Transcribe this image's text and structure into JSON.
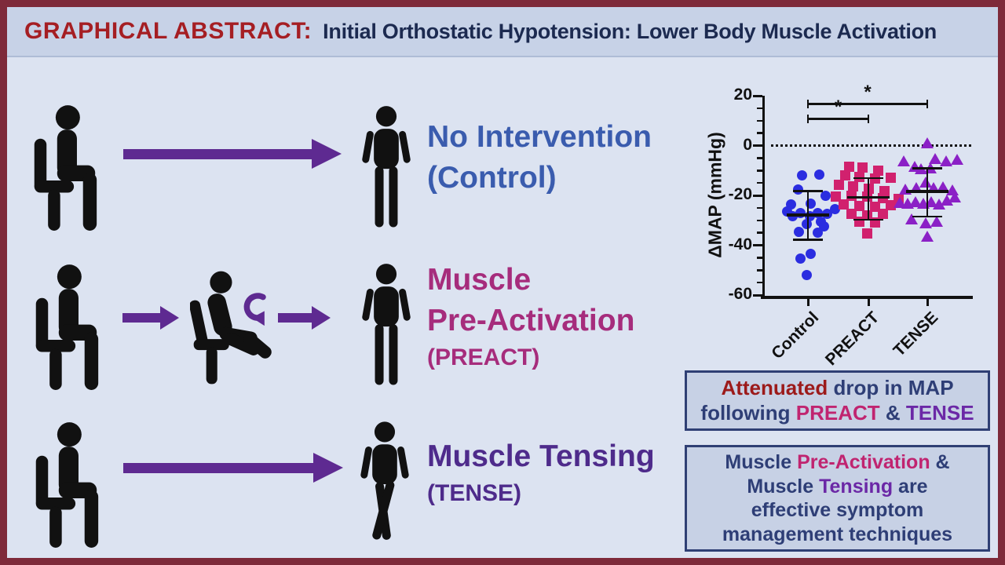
{
  "colors": {
    "maroon_border": "#7e2a3a",
    "page_bg": "#dce3f1",
    "header_bg": "#c7d2e7",
    "title_red": "#a51e23",
    "navy": "#1c2a50",
    "box_navy": "#2e3e76",
    "box_bg": "#c7d1e5",
    "box_border": "#2f3f74",
    "control_blue": "#3a5cae",
    "preact_crimson": "#a62c7c",
    "tense_purple": "#4e2b8b",
    "attenuated_red": "#9c1a1a",
    "preact_bright": "#c02470",
    "tense_bright": "#6b28a6",
    "arrow_purple": "#5e2a91",
    "icon_black": "#111111",
    "marker_blue": "#2b2de0",
    "marker_pink": "#d1216e",
    "marker_violet": "#8b20c6"
  },
  "header": {
    "label": "GRAPHICAL ABSTRACT:",
    "title": "Initial Orthostatic Hypotension: Lower Body Muscle Activation"
  },
  "rows": [
    {
      "color": "#3a5cae",
      "lines": [
        {
          "t": "No Intervention"
        },
        {
          "t": "(Control)"
        }
      ]
    },
    {
      "color": "#a62c7c",
      "lines": [
        {
          "t": "Muscle"
        },
        {
          "t": "Pre-Activation"
        },
        {
          "t": "(PREACT)"
        }
      ]
    },
    {
      "color": "#4e2b8b",
      "lines": [
        {
          "t": "Muscle Tensing"
        },
        {
          "t": "(TENSE)"
        }
      ]
    }
  ],
  "boxes": [
    {
      "lines": [
        [
          {
            "t": "Attenuated",
            "c": "attenuated_red"
          },
          {
            "t": " drop in MAP",
            "c": "box_navy"
          }
        ],
        [
          {
            "t": "following ",
            "c": "box_navy"
          },
          {
            "t": "PREACT",
            "c": "preact_bright"
          },
          {
            "t": " & ",
            "c": "box_navy"
          },
          {
            "t": "TENSE",
            "c": "tense_bright"
          }
        ]
      ]
    },
    {
      "lines": [
        [
          {
            "t": "Muscle ",
            "c": "box_navy"
          },
          {
            "t": "Pre-Activation",
            "c": "preact_bright"
          },
          {
            "t": " &",
            "c": "box_navy"
          }
        ],
        [
          {
            "t": "Muscle ",
            "c": "box_navy"
          },
          {
            "t": "Tensing",
            "c": "tense_bright"
          },
          {
            "t": " are",
            "c": "box_navy"
          }
        ],
        [
          {
            "t": "effective symptom",
            "c": "box_navy"
          }
        ],
        [
          {
            "t": "management techniques",
            "c": "box_navy"
          }
        ]
      ]
    }
  ],
  "chart_data": {
    "type": "scatter",
    "title": "",
    "xlabel": "",
    "ylabel": "ΔMAP (mmHg)",
    "ylim": [
      -60,
      20
    ],
    "yticks": [
      20,
      0,
      -20,
      -40,
      -60
    ],
    "minor_tick_step": 5,
    "zero_line": "dotted",
    "grid": false,
    "legend": "none",
    "categories": [
      "Control",
      "PREACT",
      "TENSE"
    ],
    "series": [
      {
        "name": "Control",
        "marker": "circle",
        "color": "#2b2de0",
        "mean": -27.8,
        "sd_upper": -18.3,
        "sd_lower": -37.8,
        "points": [
          [
            -8,
            -12
          ],
          [
            14,
            -11.5
          ],
          [
            -13,
            -17.5
          ],
          [
            22,
            -20
          ],
          [
            -22,
            -23.5
          ],
          [
            3,
            -23.2
          ],
          [
            -27,
            -26.5
          ],
          [
            -10,
            -27
          ],
          [
            12,
            -27
          ],
          [
            24,
            -27.5
          ],
          [
            34,
            -25.5
          ],
          [
            -20,
            -28.5
          ],
          [
            2,
            -28.5
          ],
          [
            16,
            -30.5
          ],
          [
            -2,
            -31.5
          ],
          [
            20,
            -32.5
          ],
          [
            -12,
            -34.5
          ],
          [
            12,
            -35
          ],
          [
            3,
            -43.5
          ],
          [
            -10,
            -45.5
          ],
          [
            -2,
            -52
          ]
        ]
      },
      {
        "name": "PREACT",
        "marker": "square",
        "color": "#d1216e",
        "mean": -20.8,
        "sd_upper": -13.0,
        "sd_lower": -29.8,
        "points": [
          [
            -25,
            -8.5
          ],
          [
            -8,
            -8.8
          ],
          [
            12,
            -10
          ],
          [
            -30,
            -12
          ],
          [
            -12,
            -12.5
          ],
          [
            8,
            -13.2
          ],
          [
            28,
            -12.8
          ],
          [
            -38,
            -15.8
          ],
          [
            -20,
            -16.3
          ],
          [
            0,
            -17.4
          ],
          [
            20,
            -18.4
          ],
          [
            -42,
            -20.5
          ],
          [
            -22,
            -20.1
          ],
          [
            -2,
            -20.6
          ],
          [
            18,
            -21
          ],
          [
            38,
            -21.5
          ],
          [
            -32,
            -23.7
          ],
          [
            -12,
            -24.2
          ],
          [
            8,
            -24.7
          ],
          [
            28,
            -23.8
          ],
          [
            -22,
            -27.3
          ],
          [
            -2,
            -27.9
          ],
          [
            18,
            -27.4
          ],
          [
            -12,
            -30.5
          ],
          [
            8,
            -31
          ],
          [
            -2,
            -35.2
          ]
        ]
      },
      {
        "name": "TENSE",
        "marker": "triangle",
        "color": "#8b20c6",
        "mean": -18.5,
        "sd_upper": -9.2,
        "sd_lower": -28.5,
        "points": [
          [
            0,
            1
          ],
          [
            -30,
            -6.1
          ],
          [
            -16,
            -8.4
          ],
          [
            10,
            -5.3
          ],
          [
            24,
            -6.0
          ],
          [
            38,
            -5.6
          ],
          [
            -8,
            -9.3
          ],
          [
            4,
            -9.0
          ],
          [
            -2,
            -14.5
          ],
          [
            8,
            -16.8
          ],
          [
            -28,
            -17.4
          ],
          [
            -14,
            -16.9
          ],
          [
            20,
            -16.5
          ],
          [
            32,
            -17.8
          ],
          [
            -35,
            -22.9
          ],
          [
            -25,
            -23.3
          ],
          [
            -15,
            -22.5
          ],
          [
            -5,
            -23.0
          ],
          [
            5,
            -22.4
          ],
          [
            15,
            -23.5
          ],
          [
            25,
            -21.9
          ],
          [
            35,
            -20.5
          ],
          [
            -20,
            -29.4
          ],
          [
            -2,
            -31.0
          ],
          [
            12,
            -30.5
          ],
          [
            0,
            -36.3
          ]
        ]
      }
    ],
    "significance": [
      {
        "groups": [
          0,
          2
        ],
        "label": "*"
      },
      {
        "groups": [
          0,
          1
        ],
        "label": "*"
      }
    ]
  }
}
